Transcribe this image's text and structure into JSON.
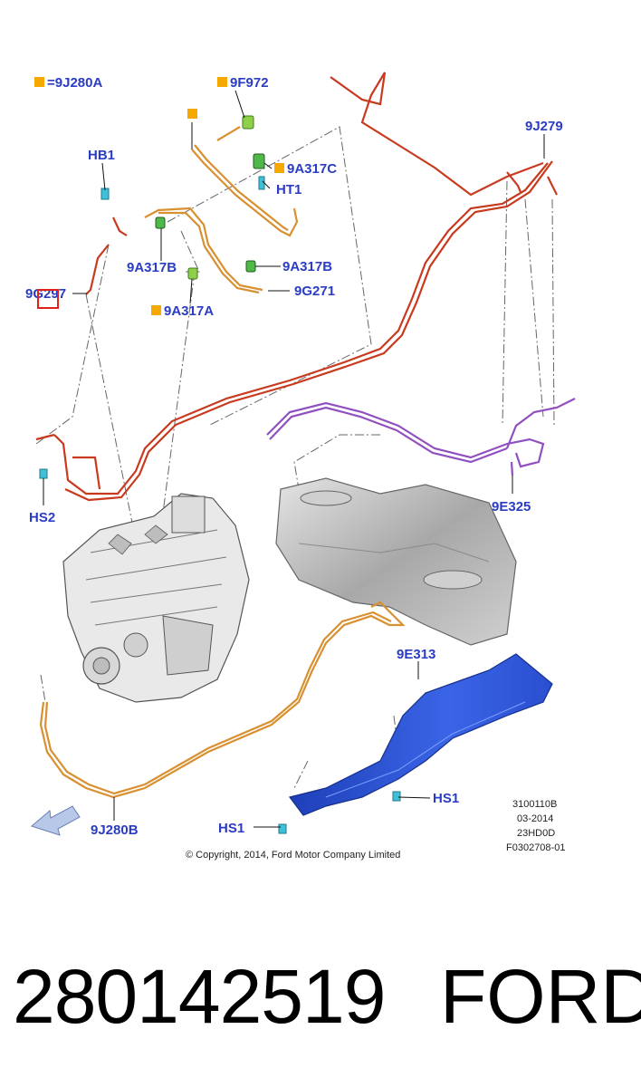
{
  "legend": {
    "marker_text": "=9J280A"
  },
  "callouts": {
    "9F972": "9F972",
    "9J279": "9J279",
    "HB1": "HB1",
    "9A317C": "9A317C",
    "HT1": "HT1",
    "9A317B_left": "9A317B",
    "9A317B_right": "9A317B",
    "9G297": "9G297",
    "9G271": "9G271",
    "9A317A": "9A317A",
    "HS2": "HS2",
    "9E325": "9E325",
    "9E313": "9E313",
    "HS1_right": "HS1",
    "HS1_bottom": "HS1",
    "9J280B": "9J280B"
  },
  "meta_block": [
    "3100110B",
    "03-2014",
    "23HD0D",
    "F0302708-01"
  ],
  "copyright": "© Copyright, 2014, Ford Motor Company Limited",
  "footer": {
    "part_number": "280142519",
    "brand": "FORD"
  },
  "colors": {
    "callout": "#2a3cc4",
    "marker": "#f5a800",
    "red_line": "#c8391e",
    "orange_line": "#d89030",
    "purple_line": "#9050c0",
    "shield": "#2a52d8",
    "tank": "#b8b8b8"
  }
}
